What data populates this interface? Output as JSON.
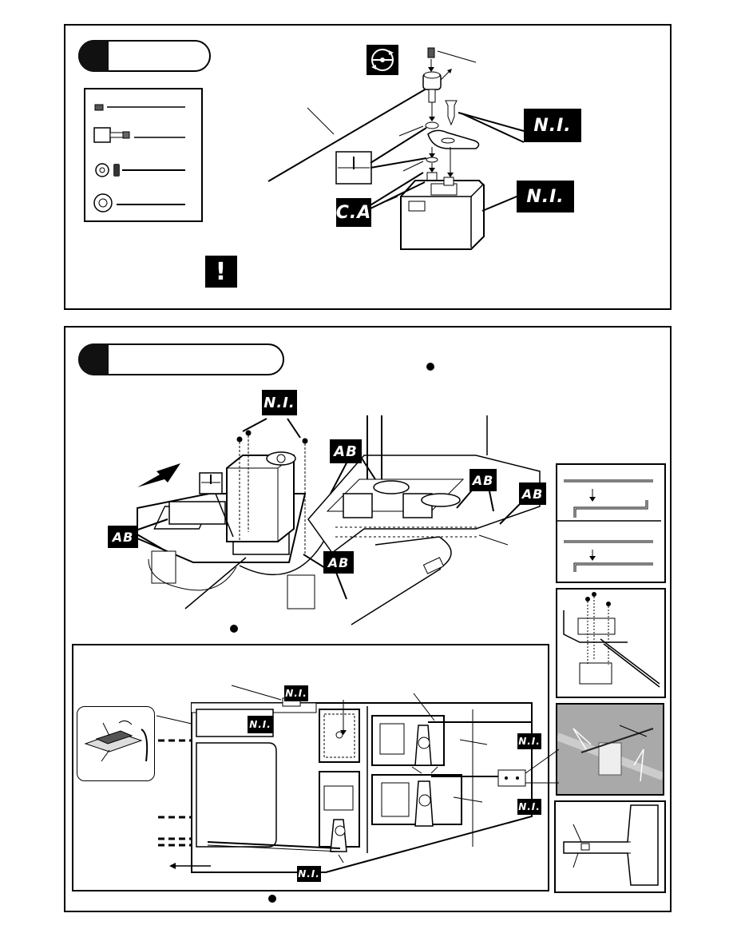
{
  "badges": {
    "ni": "N.I.",
    "ca": "C.A",
    "ab": "AB",
    "warning": "!"
  },
  "icons": {
    "rotate": "rotate-icon",
    "warning": "exclamation-icon",
    "glue": "glue-icon"
  },
  "colors": {
    "ink": "#000000",
    "paper": "#ffffff",
    "photo_gray": "#b8b8b8"
  }
}
